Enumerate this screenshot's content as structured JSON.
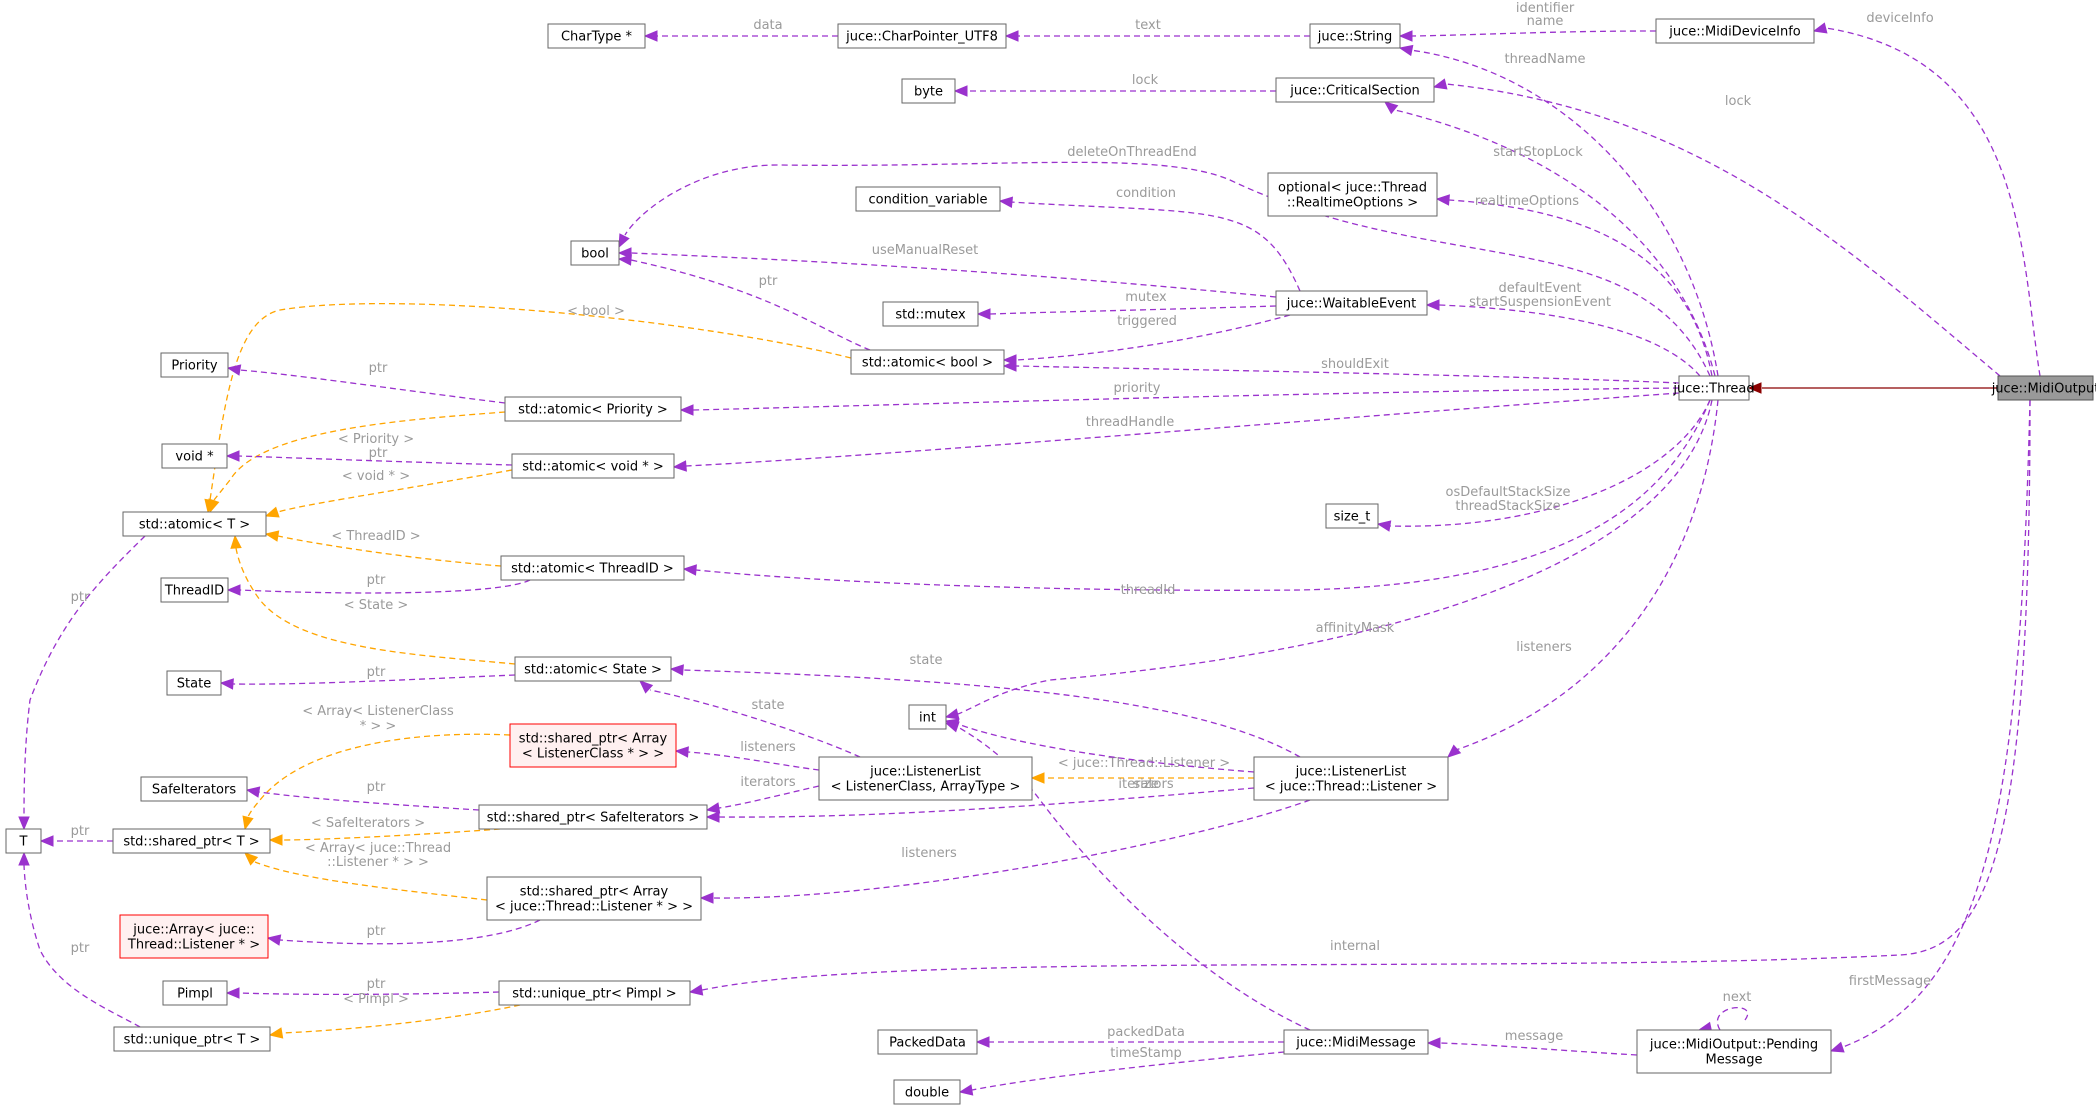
{
  "colors": {
    "uses": "#9a32cd",
    "template": "#ffa500",
    "inherit": "#8b0000",
    "node_border": "#666666",
    "incomplete_border": "#ff0000",
    "incomplete_fill": "#fff0f0",
    "root_fill": "#999999",
    "edge_label": "#9a9a9a"
  },
  "nodes": [
    {
      "id": "midiOutput",
      "label": [
        "juce::MidiOutput"
      ],
      "style": "root"
    },
    {
      "id": "thread",
      "label": [
        "juce::Thread"
      ]
    },
    {
      "id": "midiDeviceInfo",
      "label": [
        "juce::MidiDeviceInfo"
      ]
    },
    {
      "id": "string",
      "label": [
        "juce::String"
      ]
    },
    {
      "id": "charPointer",
      "label": [
        "juce::CharPointer_UTF8"
      ]
    },
    {
      "id": "charType",
      "label": [
        "CharType *"
      ]
    },
    {
      "id": "criticalSection",
      "label": [
        "juce::CriticalSection"
      ]
    },
    {
      "id": "byte",
      "label": [
        "byte"
      ]
    },
    {
      "id": "optionalRt",
      "label": [
        "optional< juce::Thread",
        "::RealtimeOptions >"
      ]
    },
    {
      "id": "conditionVar",
      "label": [
        "condition_variable"
      ]
    },
    {
      "id": "bool",
      "label": [
        "bool"
      ]
    },
    {
      "id": "stdMutex",
      "label": [
        "std::mutex"
      ]
    },
    {
      "id": "waitableEvent",
      "label": [
        "juce::WaitableEvent"
      ]
    },
    {
      "id": "atomicBool",
      "label": [
        "std::atomic< bool >"
      ]
    },
    {
      "id": "priority",
      "label": [
        "Priority"
      ]
    },
    {
      "id": "atomicPriority",
      "label": [
        "std::atomic< Priority >"
      ]
    },
    {
      "id": "voidPtr",
      "label": [
        "void *"
      ]
    },
    {
      "id": "atomicVoid",
      "label": [
        "std::atomic< void * >"
      ]
    },
    {
      "id": "atomicT",
      "label": [
        "std::atomic< T >"
      ]
    },
    {
      "id": "sizeT",
      "label": [
        "size_t"
      ]
    },
    {
      "id": "threadID",
      "label": [
        "ThreadID"
      ]
    },
    {
      "id": "atomicThreadID",
      "label": [
        "std::atomic< ThreadID >"
      ]
    },
    {
      "id": "state",
      "label": [
        "State"
      ]
    },
    {
      "id": "atomicState",
      "label": [
        "std::atomic< State >"
      ]
    },
    {
      "id": "int",
      "label": [
        "int"
      ]
    },
    {
      "id": "sharedArrLC",
      "label": [
        "std::shared_ptr< Array",
        "< ListenerClass * > >"
      ],
      "style": "incomplete"
    },
    {
      "id": "listenerListGeneric",
      "label": [
        "juce::ListenerList",
        "< ListenerClass, ArrayType >"
      ]
    },
    {
      "id": "listenerListThread",
      "label": [
        "juce::ListenerList",
        "< juce::Thread::Listener >"
      ]
    },
    {
      "id": "safeIterators",
      "label": [
        "SafeIterators"
      ]
    },
    {
      "id": "sharedSafeIt",
      "label": [
        "std::shared_ptr< SafeIterators >"
      ]
    },
    {
      "id": "T",
      "label": [
        "T"
      ]
    },
    {
      "id": "sharedT",
      "label": [
        "std::shared_ptr< T >"
      ]
    },
    {
      "id": "sharedArrThread",
      "label": [
        "std::shared_ptr< Array",
        "< juce::Thread::Listener * > >"
      ]
    },
    {
      "id": "arrayThreadListener",
      "label": [
        "juce::Array< juce::",
        "Thread::Listener * >"
      ],
      "style": "incomplete"
    },
    {
      "id": "pimpl",
      "label": [
        "Pimpl"
      ]
    },
    {
      "id": "uniquePimpl",
      "label": [
        "std::unique_ptr< Pimpl >"
      ]
    },
    {
      "id": "uniqueT",
      "label": [
        "std::unique_ptr< T >"
      ]
    },
    {
      "id": "packedData",
      "label": [
        "PackedData"
      ]
    },
    {
      "id": "midiMessage",
      "label": [
        "juce::MidiMessage"
      ]
    },
    {
      "id": "double",
      "label": [
        "double"
      ]
    },
    {
      "id": "pendingMessage",
      "label": [
        "juce::MidiOutput::Pending",
        "Message"
      ]
    }
  ],
  "edges": [
    {
      "from": "midiOutput",
      "to": "thread",
      "kind": "inherit",
      "label": []
    },
    {
      "from": "midiOutput",
      "to": "midiDeviceInfo",
      "kind": "uses",
      "label": [
        "deviceInfo"
      ]
    },
    {
      "from": "midiOutput",
      "to": "criticalSection",
      "kind": "uses",
      "label": [
        "lock"
      ]
    },
    {
      "from": "midiOutput",
      "to": "uniquePimpl",
      "kind": "uses",
      "label": [
        "internal"
      ]
    },
    {
      "from": "midiOutput",
      "to": "pendingMessage",
      "kind": "uses",
      "label": [
        "firstMessage"
      ]
    },
    {
      "from": "midiDeviceInfo",
      "to": "string",
      "kind": "uses",
      "label": [
        "identifier",
        "name"
      ]
    },
    {
      "from": "string",
      "to": "charPointer",
      "kind": "uses",
      "label": [
        "text"
      ]
    },
    {
      "from": "charPointer",
      "to": "charType",
      "kind": "uses",
      "label": [
        "data"
      ]
    },
    {
      "from": "criticalSection",
      "to": "byte",
      "kind": "uses",
      "label": [
        "lock"
      ]
    },
    {
      "from": "thread",
      "to": "string",
      "kind": "uses",
      "label": [
        "threadName"
      ]
    },
    {
      "from": "thread",
      "to": "criticalSection",
      "kind": "uses",
      "label": [
        "startStopLock"
      ]
    },
    {
      "from": "thread",
      "to": "bool",
      "kind": "uses",
      "label": [
        "deleteOnThreadEnd"
      ]
    },
    {
      "from": "thread",
      "to": "optionalRt",
      "kind": "uses",
      "label": [
        "realtimeOptions"
      ]
    },
    {
      "from": "thread",
      "to": "waitableEvent",
      "kind": "uses",
      "label": [
        "defaultEvent",
        "startSuspensionEvent"
      ]
    },
    {
      "from": "thread",
      "to": "atomicBool",
      "kind": "uses",
      "label": [
        "shouldExit"
      ]
    },
    {
      "from": "thread",
      "to": "atomicPriority",
      "kind": "uses",
      "label": [
        "priority"
      ]
    },
    {
      "from": "thread",
      "to": "atomicVoid",
      "kind": "uses",
      "label": [
        "threadHandle"
      ]
    },
    {
      "from": "thread",
      "to": "sizeT",
      "kind": "uses",
      "label": [
        "osDefaultStackSize",
        "threadStackSize"
      ]
    },
    {
      "from": "thread",
      "to": "atomicThreadID",
      "kind": "uses",
      "label": [
        "threadId"
      ]
    },
    {
      "from": "thread",
      "to": "int",
      "kind": "uses",
      "label": [
        "affinityMask"
      ]
    },
    {
      "from": "thread",
      "to": "listenerListThread",
      "kind": "uses",
      "label": [
        "listeners"
      ]
    },
    {
      "from": "waitableEvent",
      "to": "conditionVar",
      "kind": "uses",
      "label": [
        "condition"
      ]
    },
    {
      "from": "waitableEvent",
      "to": "bool",
      "kind": "uses",
      "label": [
        "useManualReset"
      ]
    },
    {
      "from": "waitableEvent",
      "to": "stdMutex",
      "kind": "uses",
      "label": [
        "mutex"
      ]
    },
    {
      "from": "waitableEvent",
      "to": "atomicBool",
      "kind": "uses",
      "label": [
        "triggered"
      ]
    },
    {
      "from": "atomicBool",
      "to": "bool",
      "kind": "uses",
      "label": [
        "ptr"
      ]
    },
    {
      "from": "atomicBool",
      "to": "atomicT",
      "kind": "template",
      "label": [
        "< bool >"
      ]
    },
    {
      "from": "atomicPriority",
      "to": "priority",
      "kind": "uses",
      "label": [
        "ptr"
      ]
    },
    {
      "from": "atomicPriority",
      "to": "atomicT",
      "kind": "template",
      "label": [
        "< Priority >"
      ]
    },
    {
      "from": "atomicVoid",
      "to": "voidPtr",
      "kind": "uses",
      "label": [
        "ptr"
      ]
    },
    {
      "from": "atomicVoid",
      "to": "atomicT",
      "kind": "template",
      "label": [
        "< void * >"
      ]
    },
    {
      "from": "atomicThreadID",
      "to": "atomicT",
      "kind": "template",
      "label": [
        "< ThreadID >"
      ]
    },
    {
      "from": "atomicThreadID",
      "to": "threadID",
      "kind": "uses",
      "label": [
        "ptr"
      ]
    },
    {
      "from": "atomicState",
      "to": "atomicT",
      "kind": "template",
      "label": [
        "< State >"
      ]
    },
    {
      "from": "atomicState",
      "to": "state",
      "kind": "uses",
      "label": [
        "ptr"
      ]
    },
    {
      "from": "atomicT",
      "to": "T",
      "kind": "uses",
      "label": [
        "ptr"
      ]
    },
    {
      "from": "listenerListThread",
      "to": "atomicState",
      "kind": "uses",
      "label": [
        "state"
      ]
    },
    {
      "from": "listenerListGeneric",
      "to": "atomicState",
      "kind": "uses",
      "label": [
        "state"
      ]
    },
    {
      "from": "listenerListGeneric",
      "to": "sharedArrLC",
      "kind": "uses",
      "label": [
        "listeners"
      ]
    },
    {
      "from": "listenerListGeneric",
      "to": "sharedSafeIt",
      "kind": "uses",
      "label": [
        "iterators"
      ]
    },
    {
      "from": "listenerListThread",
      "to": "listenerListGeneric",
      "kind": "template",
      "label": [
        "< juce::Thread::Listener >"
      ]
    },
    {
      "from": "listenerListThread",
      "to": "sharedSafeIt",
      "kind": "uses",
      "label": [
        "iterators"
      ]
    },
    {
      "from": "listenerListThread",
      "to": "int",
      "kind": "uses",
      "label": [
        "size"
      ]
    },
    {
      "from": "listenerListThread",
      "to": "sharedArrThread",
      "kind": "uses",
      "label": [
        "listeners"
      ]
    },
    {
      "from": "sharedArrLC",
      "to": "sharedT",
      "kind": "template",
      "label": [
        "< Array< ListenerClass",
        "* > >"
      ]
    },
    {
      "from": "sharedSafeIt",
      "to": "safeIterators",
      "kind": "uses",
      "label": [
        "ptr"
      ]
    },
    {
      "from": "sharedSafeIt",
      "to": "sharedT",
      "kind": "template",
      "label": [
        "< SafeIterators >"
      ]
    },
    {
      "from": "sharedArrThread",
      "to": "sharedT",
      "kind": "template",
      "label": [
        "< Array< juce::Thread",
        "::Listener * > >"
      ]
    },
    {
      "from": "sharedArrThread",
      "to": "arrayThreadListener",
      "kind": "uses",
      "label": [
        "ptr"
      ]
    },
    {
      "from": "sharedT",
      "to": "T",
      "kind": "uses",
      "label": [
        "ptr"
      ]
    },
    {
      "from": "uniquePimpl",
      "to": "pimpl",
      "kind": "uses",
      "label": [
        "ptr"
      ]
    },
    {
      "from": "uniquePimpl",
      "to": "uniqueT",
      "kind": "template",
      "label": [
        "< Pimpl >"
      ]
    },
    {
      "from": "uniqueT",
      "to": "T",
      "kind": "uses",
      "label": [
        "ptr"
      ]
    },
    {
      "from": "midiMessage",
      "to": "int",
      "kind": "uses",
      "label": []
    },
    {
      "from": "midiMessage",
      "to": "packedData",
      "kind": "uses",
      "label": [
        "packedData"
      ]
    },
    {
      "from": "midiMessage",
      "to": "double",
      "kind": "uses",
      "label": [
        "timeStamp"
      ]
    },
    {
      "from": "pendingMessage",
      "to": "midiMessage",
      "kind": "uses",
      "label": [
        "message"
      ]
    },
    {
      "from": "pendingMessage",
      "to": "pendingMessage",
      "kind": "uses",
      "label": [
        "next"
      ]
    }
  ]
}
